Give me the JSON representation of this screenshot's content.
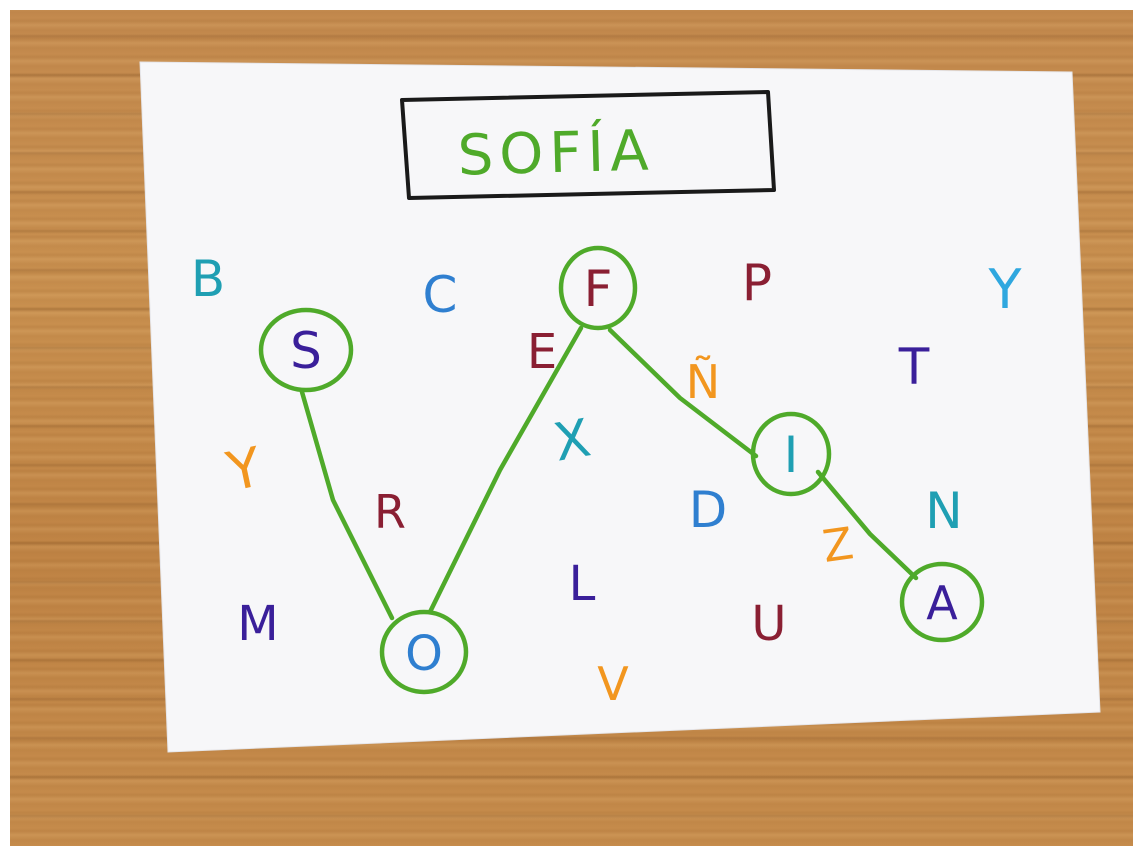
{
  "title_word": "SOFÍA",
  "colors": {
    "green": "#4faa2a",
    "black": "#1a1a1a",
    "teal": "#1f9fb3",
    "blue": "#2f7fd0",
    "maroon": "#8a1f33",
    "purple": "#3a1f9a",
    "orange": "#f2961f",
    "paper": "#f7f7f9"
  },
  "circled_letters": [
    {
      "char": "S",
      "color": "#3a1f9a"
    },
    {
      "char": "O",
      "color": "#2f7fd0"
    },
    {
      "char": "F",
      "color": "#8a1f33"
    },
    {
      "char": "I",
      "color": "#1f9fb3"
    },
    {
      "char": "A",
      "color": "#3a1f9a"
    }
  ],
  "letters": [
    {
      "char": "B",
      "color": "#1f9fb3"
    },
    {
      "char": "C",
      "color": "#2f7fd0"
    },
    {
      "char": "P",
      "color": "#8a1f33"
    },
    {
      "char": "Y",
      "color": "#2fa7df"
    },
    {
      "char": "E",
      "color": "#8a1f33"
    },
    {
      "char": "Ñ",
      "color": "#f2961f"
    },
    {
      "char": "T",
      "color": "#3a1f9a"
    },
    {
      "char": "X",
      "color": "#1f9fb3"
    },
    {
      "char": "Y",
      "color": "#f2961f"
    },
    {
      "char": "R",
      "color": "#8a1f33"
    },
    {
      "char": "D",
      "color": "#2f7fd0"
    },
    {
      "char": "N",
      "color": "#1f9fb3"
    },
    {
      "char": "Z",
      "color": "#f2961f"
    },
    {
      "char": "L",
      "color": "#3a1f9a"
    },
    {
      "char": "M",
      "color": "#3a1f9a"
    },
    {
      "char": "U",
      "color": "#8a1f33"
    },
    {
      "char": "V",
      "color": "#f2961f"
    }
  ]
}
